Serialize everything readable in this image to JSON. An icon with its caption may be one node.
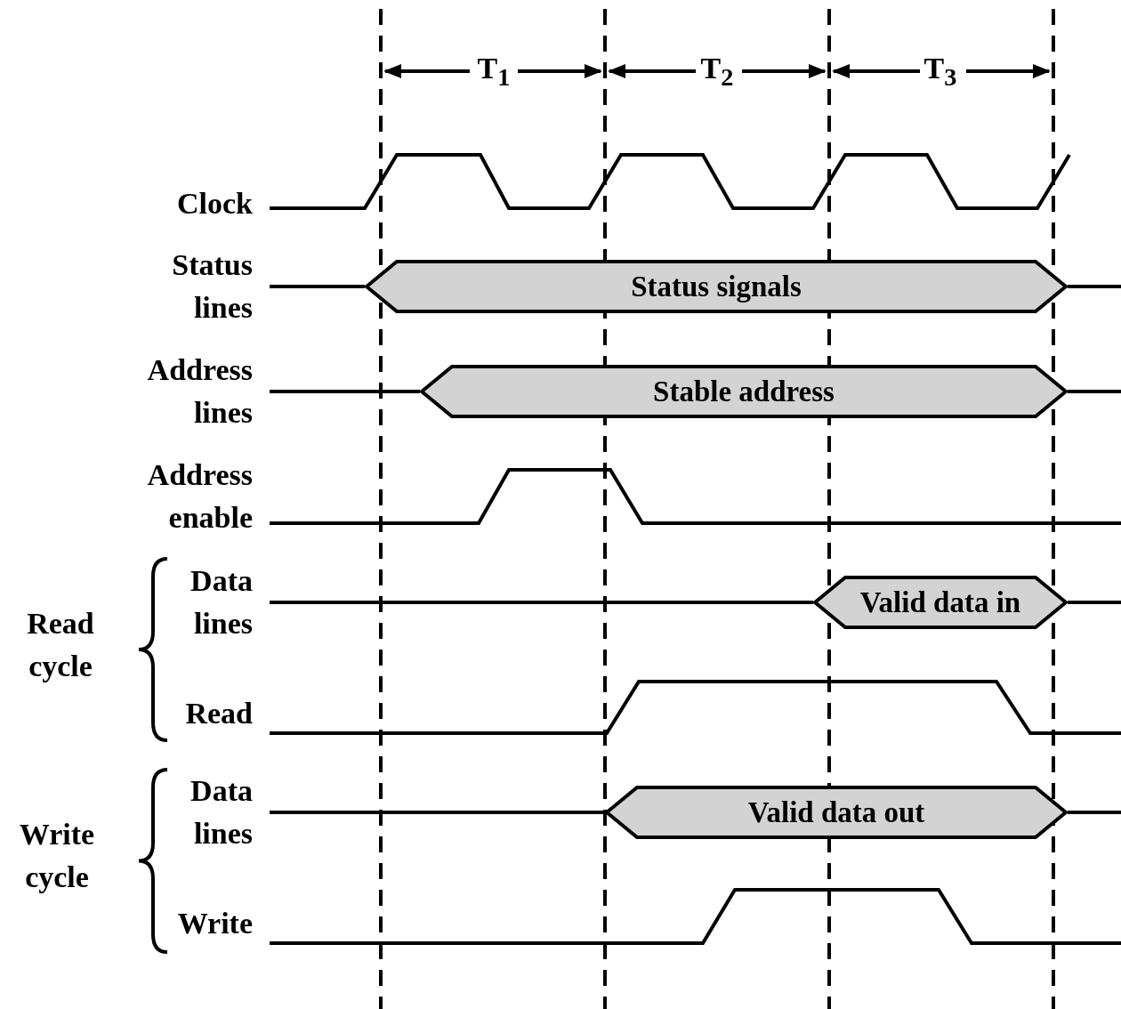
{
  "diagram": {
    "nodes": [
      {
        "text": [
          "Status signals"
        ],
        "beside": [
          "Status lines"
        ]
      },
      {
        "text": [
          "Stable address"
        ],
        "beside": [
          "Address lines"
        ]
      },
      {
        "text": [
          "Valid data in"
        ],
        "beside": [
          "Data lines"
        ]
      },
      {
        "text": [
          "Valid data out"
        ],
        "beside": [
          "Data lines"
        ]
      }
    ],
    "labels": [
      "T$_{1}$",
      "T$_{2}$",
      "T$_{3}$",
      "Clock",
      "Address enable",
      "Read cycle",
      "Read",
      "Write cycle",
      "Write"
    ]
  }
}
